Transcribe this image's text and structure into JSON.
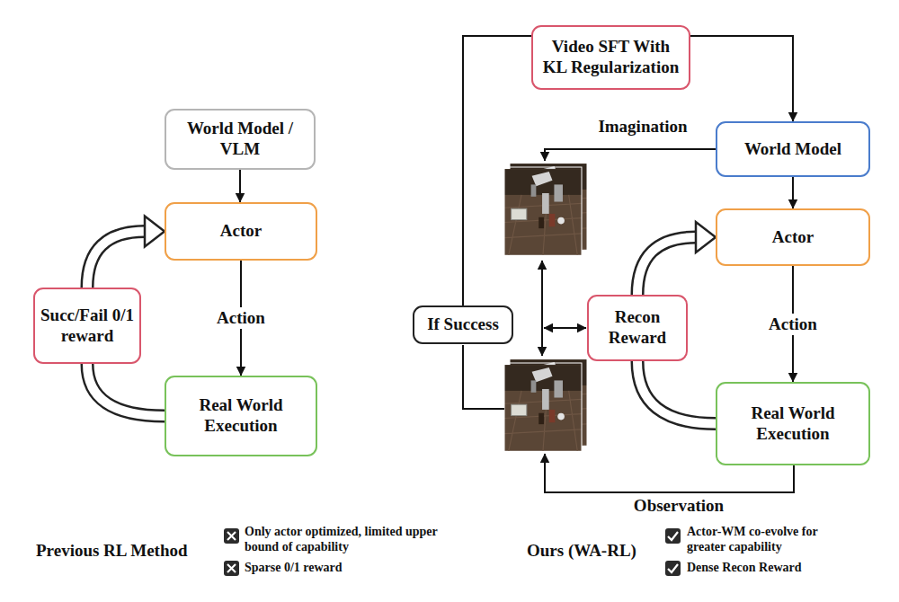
{
  "diagram": {
    "nodes": [
      {
        "text": [
          "World Model / VLM"
        ]
      },
      {
        "text": [
          "Actor"
        ]
      },
      {
        "text": [
          "Succ/Fail 0/1 reward"
        ]
      },
      {
        "text": [
          "Real World Execution"
        ]
      },
      {
        "text": [
          "Video SFT With KL Regularization"
        ]
      },
      {
        "text": [
          "World Model"
        ]
      },
      {
        "text": [
          "Actor"
        ]
      },
      {
        "text": [
          "Recon Reward"
        ]
      },
      {
        "text": [
          "If Success"
        ]
      },
      {
        "text": [
          "Real World Execution"
        ]
      }
    ],
    "edges": [
      {
        "from": 0,
        "to": 1,
        "arrow": "to"
      },
      {
        "from": 1,
        "to": 3,
        "label": "Action",
        "arrow": "to"
      },
      {
        "from": 3,
        "to": 2,
        "arrow": "none"
      },
      {
        "from": 2,
        "to": 1,
        "arrow": "to"
      },
      {
        "from": 8,
        "to": 4,
        "arrow": "none"
      },
      {
        "from": 4,
        "to": 5,
        "arrow": "to"
      },
      {
        "from": 5,
        "to": 6,
        "arrow": "to"
      },
      {
        "from": 6,
        "to": 9,
        "label": "Action",
        "arrow": "to"
      },
      {
        "from": 9,
        "to": 7,
        "arrow": "none"
      },
      {
        "from": 7,
        "to": 6,
        "arrow": "to"
      }
    ],
    "labels": [
      "Imagination",
      "Observation",
      "Previous RL Method",
      "Only actor optimized, limited upper bound of capability",
      "Sparse 0/1 reward",
      "Ours (WA-RL)",
      "Actor-WM co-evolve for greater capability",
      "Dense Recon Reward"
    ]
  }
}
